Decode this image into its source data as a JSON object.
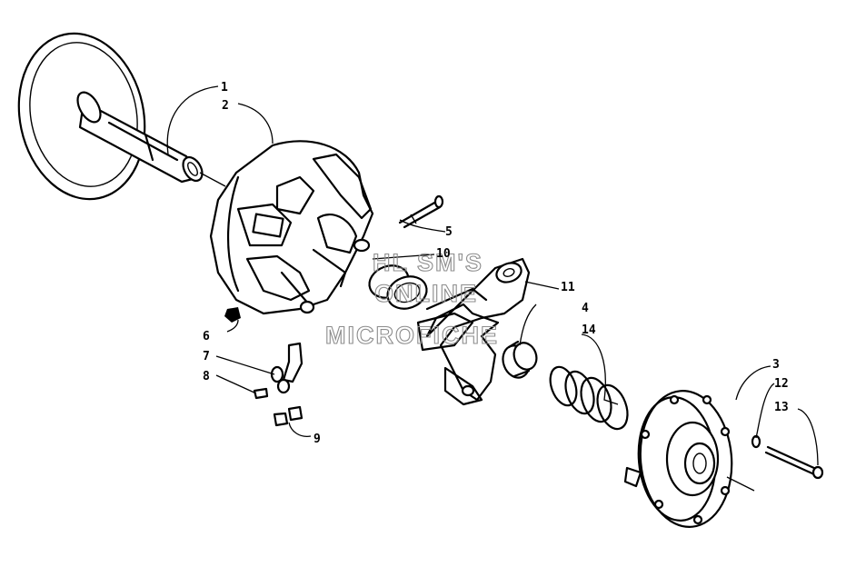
{
  "watermark": {
    "line1": "HL SM'S",
    "line2": "ONLINE",
    "line3": "MICROFICHE"
  },
  "callouts": [
    "1",
    "2",
    "3",
    "4",
    "5",
    "6",
    "7",
    "8",
    "9",
    "10",
    "11",
    "12",
    "13",
    "14"
  ],
  "labels": {
    "c1": "1",
    "c2": "2",
    "c3": "3",
    "c4": "4",
    "c5": "5",
    "c6": "6",
    "c7": "7",
    "c8": "8",
    "c9": "9",
    "c10": "10",
    "c11": "11",
    "c12": "12",
    "c13": "13",
    "c14": "14"
  }
}
